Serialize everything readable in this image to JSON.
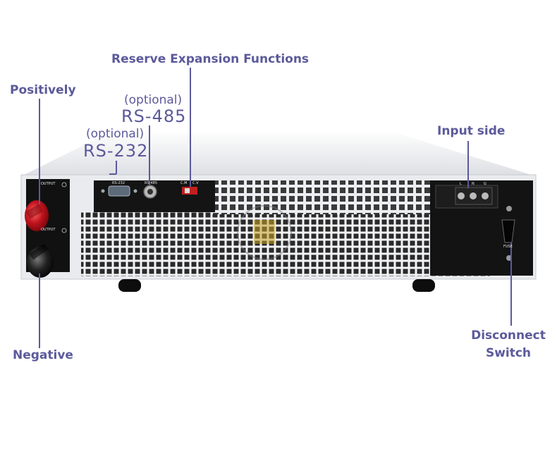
{
  "callouts": {
    "reserve_expansion": "Reserve Expansion Functions",
    "positively": "Positively",
    "optional_485": "(optional)",
    "rs485": "RS-485",
    "optional_232": "(optional)",
    "rs232": "RS-232",
    "input_side": "Input side",
    "negative": "Negative",
    "disconnect_line1": "Disconnect",
    "disconnect_line2": "Switch"
  },
  "panel_labels": {
    "output_top": "OUTPUT",
    "output_bottom": "OUTPUT",
    "rs232_port": "RS-232",
    "rs485_port": "RS-485",
    "cm": "C.M",
    "cv": "C.V",
    "terminal_l": "L",
    "terminal_n": "N",
    "terminal_g": "G",
    "fuse": "FUSE"
  },
  "colors": {
    "accent_text": "#5b5a9b",
    "chassis": "#e9ebee",
    "panel_black": "#111111",
    "positive_terminal": "#c0121c",
    "negative_terminal": "#1a1a1a"
  }
}
